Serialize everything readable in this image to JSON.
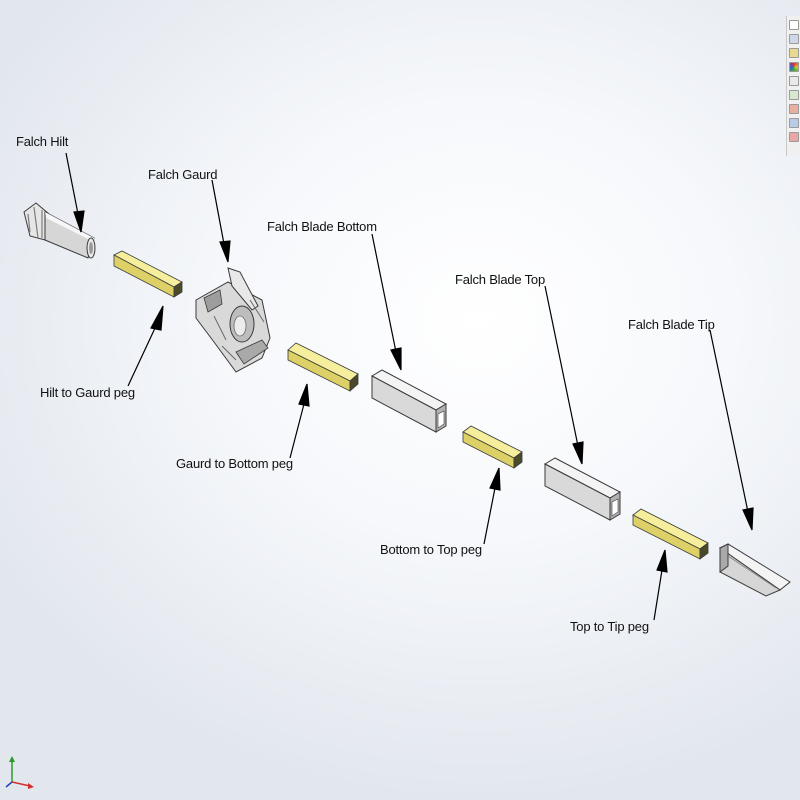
{
  "window": {
    "background_center": "#ffffff",
    "background_edge": "#e2e7ee"
  },
  "colors": {
    "peg_top": "#f5ee9c",
    "peg_front": "#dcd066",
    "peg_side": "#4a4a2a",
    "part_light": "#f4f4f4",
    "part_mid": "#d9d9d9",
    "part_dark": "#a9a9a9",
    "outline": "#3a3a3a"
  },
  "parts": {
    "hilt": "Falch Hilt",
    "guard": "Falch Gaurd",
    "blade_bottom": "Falch Blade Bottom",
    "blade_top": "Falch Blade Top",
    "blade_tip": "Falch Blade Tip"
  },
  "pegs": {
    "hilt_guard": "Hilt to Gaurd peg",
    "guard_bottom": "Gaurd to Bottom peg",
    "bottom_top": "Bottom to Top peg",
    "top_tip": "Top to Tip peg"
  },
  "toolbar": {
    "icons": [
      "expand-icon",
      "display-pane-icon",
      "appearance-icon",
      "color-wheel-icon",
      "properties-icon",
      "display-state-icon",
      "scene-icon",
      "configuration-icon",
      "delete-icon"
    ]
  },
  "triad": {
    "axis_x_color": "#d03030",
    "axis_y_color": "#2a9a2a",
    "axis_z_color": "#2a40c0"
  }
}
